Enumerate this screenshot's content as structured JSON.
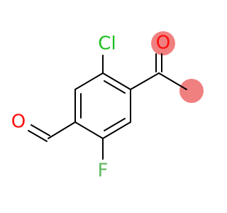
{
  "molecule": {
    "atoms": {
      "chlorine": {
        "label": "Cl"
      },
      "ketone_oxygen": {
        "label": "O"
      },
      "aldehyde_oxygen": {
        "label": "O"
      },
      "fluorine": {
        "label": "F"
      }
    }
  },
  "colors": {
    "bond": "#000000",
    "chlorine": "#1fbf1f",
    "oxygen": "#ff0d0d",
    "fluorine": "#5cb85c",
    "oxygen_highlight": "#f08080",
    "background": "#ffffff"
  }
}
